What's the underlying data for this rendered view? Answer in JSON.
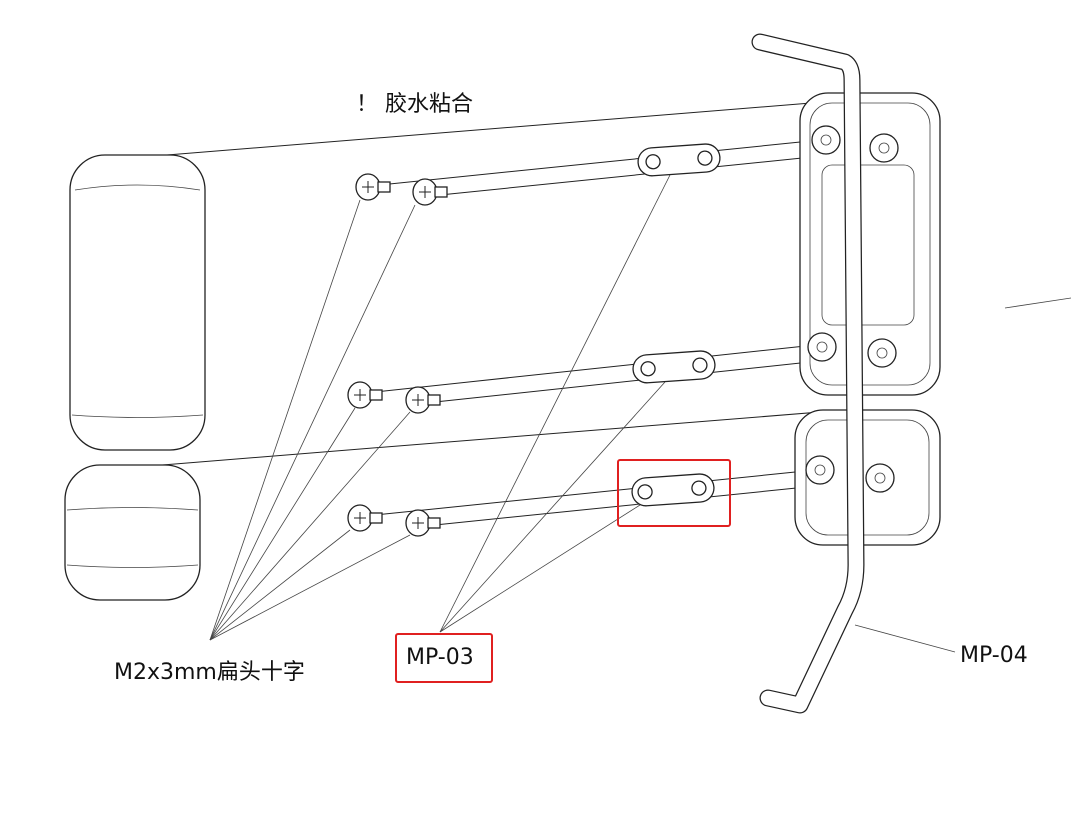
{
  "labels": {
    "glue_note": "！ 胶水粘合",
    "screw_label": "M2x3mm扁头十字",
    "bracket_label": "MP-03",
    "rod_label": "MP-04"
  },
  "colors": {
    "highlight": "#e02020",
    "line": "#222222"
  }
}
